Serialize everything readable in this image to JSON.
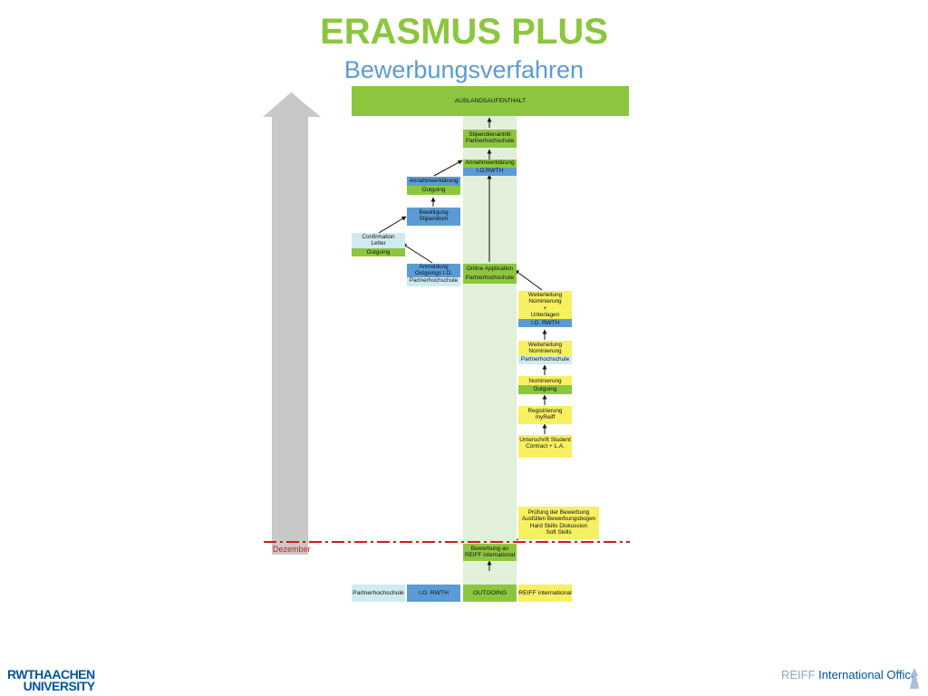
{
  "header": {
    "title": "ERASMUS PLUS",
    "subtitle": "Bewerbungsverfahren"
  },
  "nodes": {
    "auslandsaufenthalt": "AUSLANDSAUFENTHALT",
    "stipendienantritt": {
      "l1": "Stipendienantritt",
      "l2": "Partnerhochschule"
    },
    "annahme_io": {
      "l1": "Annahmeerklärung",
      "l2": "I.O.RWTH"
    },
    "annahme_outgoing": {
      "l1": "Annahmeerklärung",
      "l2": "Outgoing"
    },
    "bewilligung": {
      "l1": "Bewilligung",
      "l2": "Stipendium"
    },
    "confirmation": {
      "l1": "Confirmation",
      "l2": "Letter",
      "l3": "Outgoing"
    },
    "anmeldung": {
      "l1": "Anmeldung",
      "l2": "Outgoings I.O.",
      "l3": "Partnerhochschule"
    },
    "online_application": {
      "l1": "Online Application",
      "l2": "Partnerhochschule"
    },
    "weiterleitung_unterlagen": {
      "l1": "Weiterleitung",
      "l2": "Nominierung",
      "l3": "+",
      "l4": "Unterlagen",
      "l5": "I.O. RWTH"
    },
    "weiterleitung_nominierung": {
      "l1": "Weiterleitung",
      "l2": "Nominierung",
      "l3": "Partnerhochschule"
    },
    "nominierung": {
      "l1": "Nominierung",
      "l2": "Outgoing"
    },
    "registrierung": {
      "l1": "Registrierung",
      "l2": "myReiff"
    },
    "unterschrift": {
      "l1": "Unterschrift Student",
      "l2": "Contract + L.A."
    },
    "pruefung": {
      "l1": "Prüfung der Bewerbung",
      "l2": "Ausfüllen Bewerbungsbogen",
      "l3": "Hard Skills Diskussion",
      "l4": "Soft Skills"
    },
    "bewerbung": {
      "l1": "Bewerbung an",
      "l2": "REIFF international"
    }
  },
  "deadline_label": "Dezember",
  "legend": {
    "partnerhochschule": "Partnerhochschule",
    "io_rwth": "I.O. RWTH",
    "outgoing": "OUTGOING",
    "reiff": "REIFF international"
  },
  "footer": {
    "logo_line1": "RWTHAACHEN",
    "logo_line2": "UNIVERSITY",
    "office_reiff": "REIFF",
    "office_rest": " International Office"
  },
  "colors": {
    "title_green": "#8cc63f",
    "subtitle_blue": "#5b9bd5",
    "light_blue": "#d0eaf2",
    "blue": "#5b9bd5",
    "green": "#8cc63f",
    "yellow": "#f7f060",
    "deadline_red": "#d7191c",
    "arrow_gray": "#c8c8c8"
  }
}
